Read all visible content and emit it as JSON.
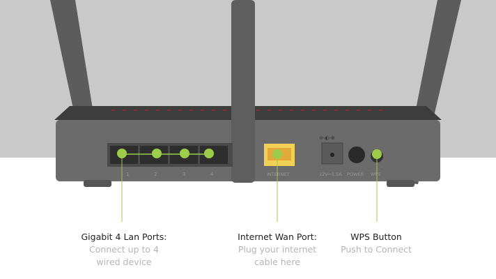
{
  "ports": {
    "lan_numbers": [
      "1",
      "2",
      "3",
      "4"
    ],
    "internet_label": "INTERNET",
    "power_spec": "12V⎓1.5A",
    "power_label": "POWER",
    "wps_label": "WPS"
  },
  "callouts": [
    {
      "title": "Gigabit 4 Lan Ports:",
      "line1": "Connect up to 4",
      "line2": "wired device"
    },
    {
      "title": "Internet Wan Port:",
      "line1": "Plug your internet",
      "line2": "cable here"
    },
    {
      "title": "WPS Button",
      "line1": "Push to Connect"
    }
  ],
  "colors": {
    "accent": "#9ccc4a",
    "wan_port": "#f2cf55",
    "body": "#6b6b6b",
    "backdrop": "#c9c9c9"
  }
}
